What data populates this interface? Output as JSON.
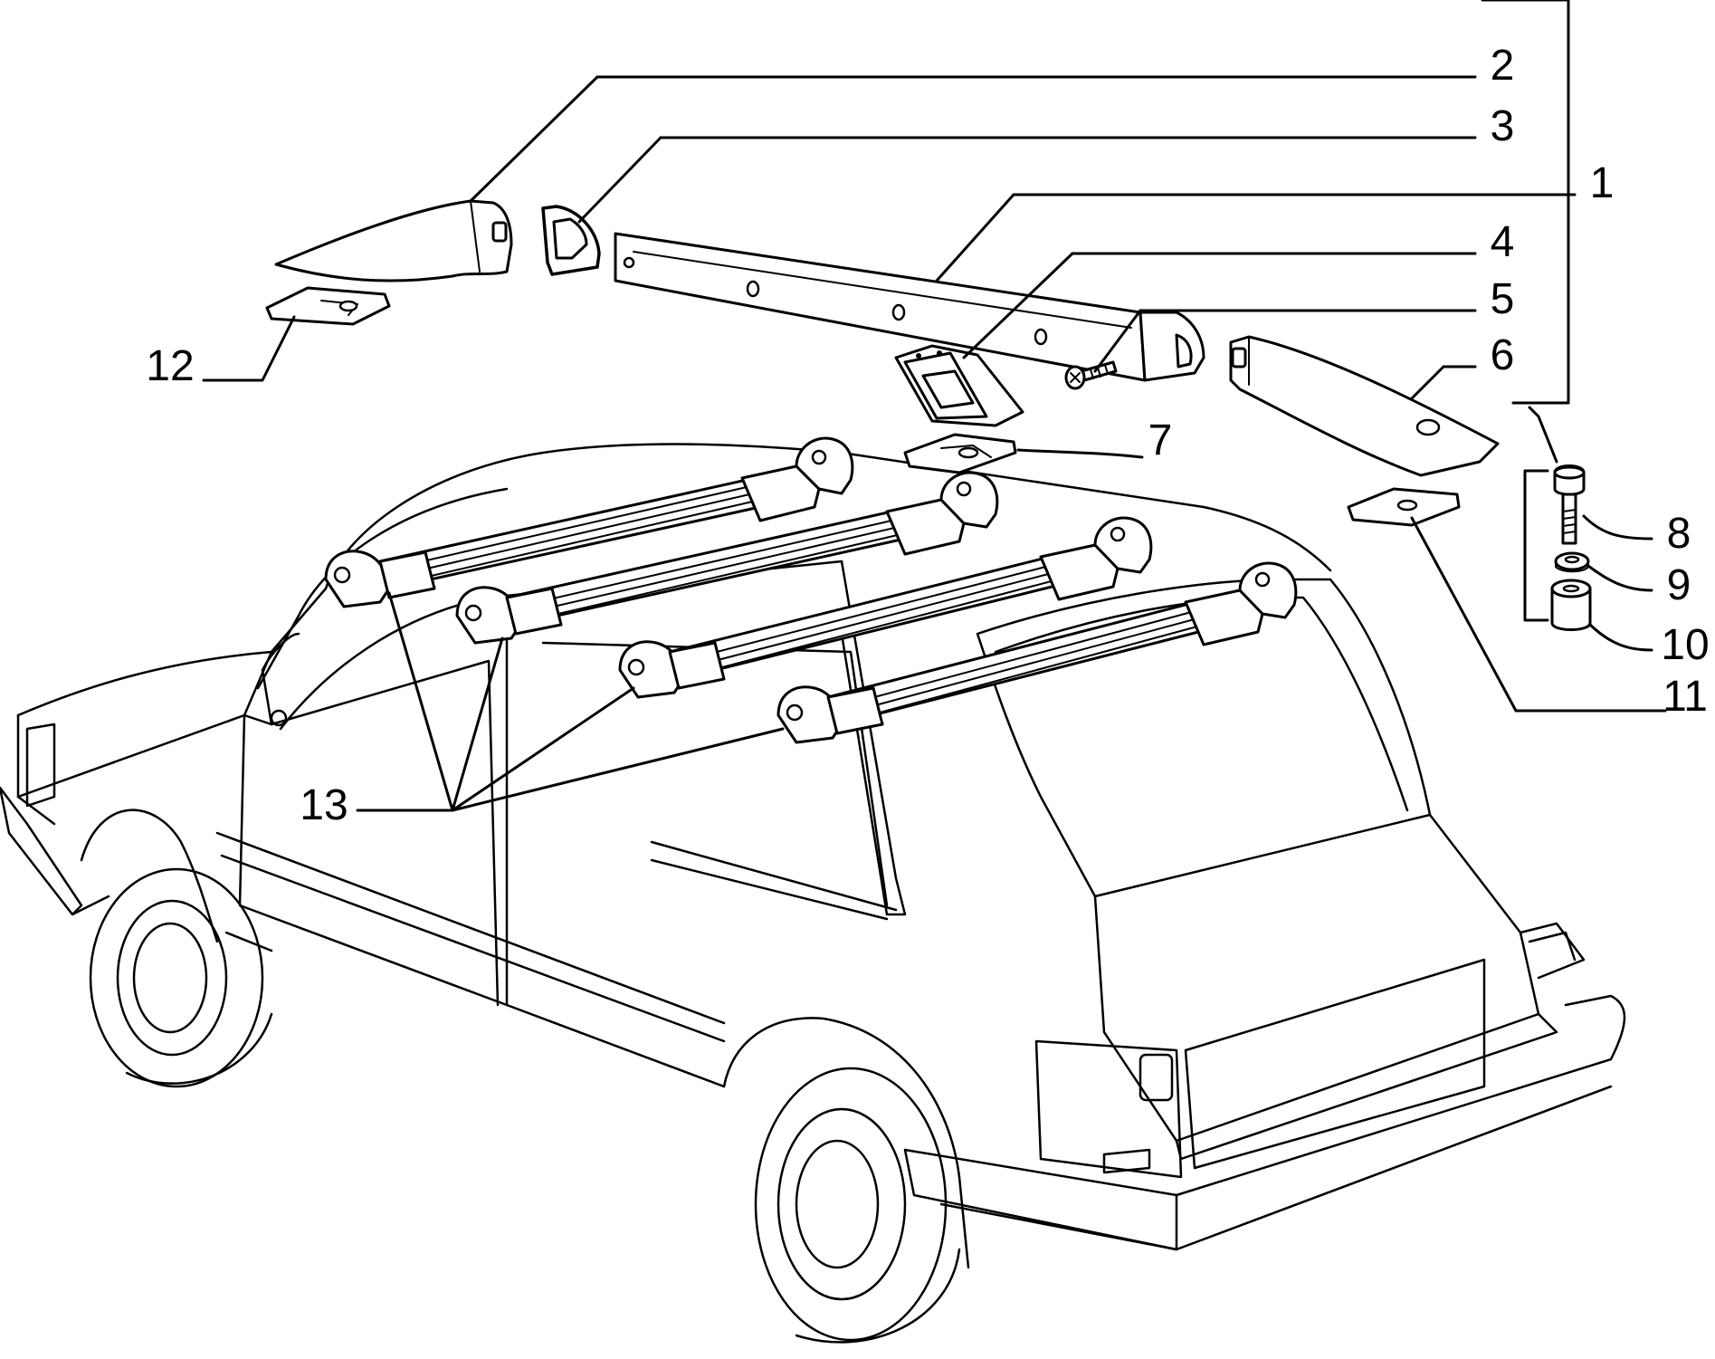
{
  "diagram": {
    "callouts": [
      {
        "id": "1",
        "label": "1"
      },
      {
        "id": "2",
        "label": "2"
      },
      {
        "id": "3",
        "label": "3"
      },
      {
        "id": "4",
        "label": "4"
      },
      {
        "id": "5",
        "label": "5"
      },
      {
        "id": "6",
        "label": "6"
      },
      {
        "id": "7",
        "label": "7"
      },
      {
        "id": "8",
        "label": "8"
      },
      {
        "id": "9",
        "label": "9"
      },
      {
        "id": "10",
        "label": "10"
      },
      {
        "id": "11",
        "label": "11"
      },
      {
        "id": "12",
        "label": "12"
      },
      {
        "id": "13",
        "label": "13"
      }
    ]
  },
  "colors": {
    "line": "#000000",
    "background": "#ffffff"
  }
}
